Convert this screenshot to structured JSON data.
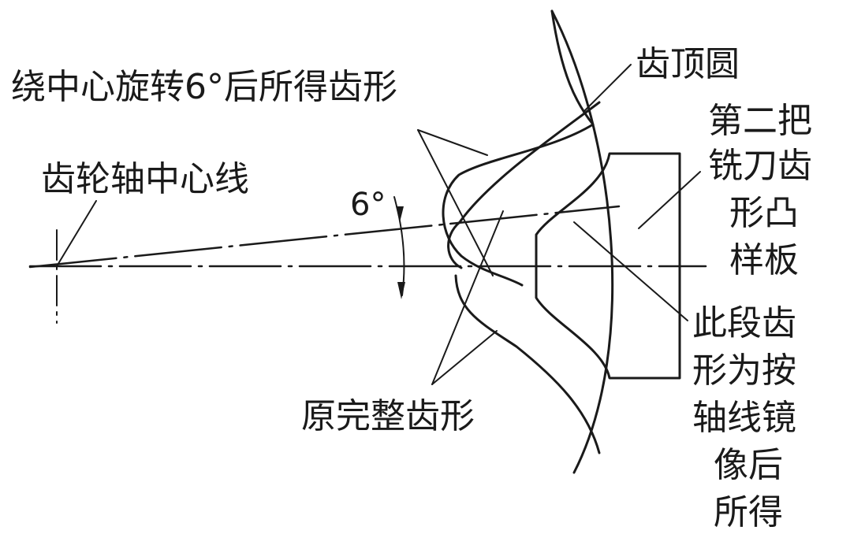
{
  "labels": {
    "rotated_profile": "绕中心旋转6°后所得齿形",
    "gear_axis": "齿轮轴中心线",
    "angle": "6°",
    "addendum_circle": "齿顶圆",
    "template": [
      "第二把",
      "铣刀齿",
      "形凸",
      "样板"
    ],
    "mirrored_section": [
      "此段齿",
      "形为按",
      "轴线镜",
      "像后",
      "所得"
    ],
    "original_profile": "原完整齿形"
  },
  "colors": {
    "ink": "#1a1a1a",
    "background": "#ffffff"
  }
}
